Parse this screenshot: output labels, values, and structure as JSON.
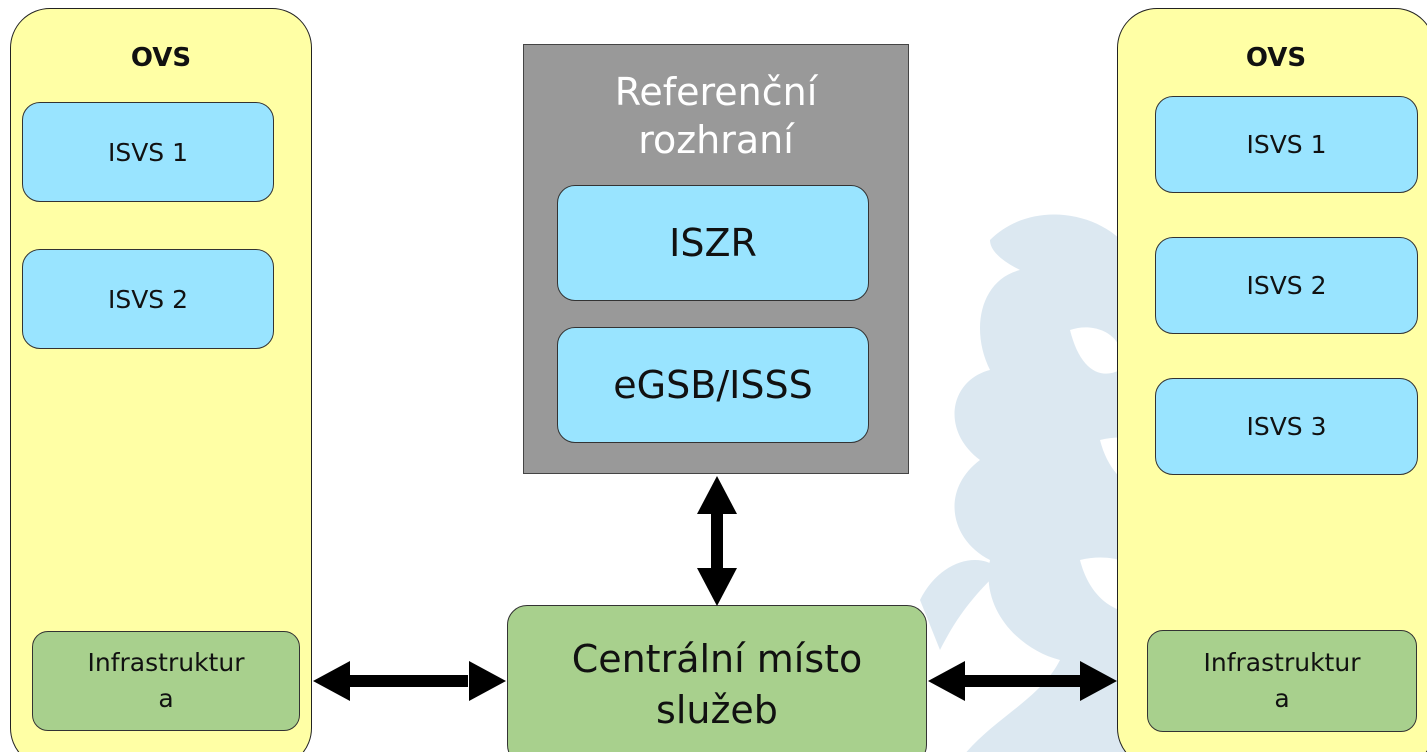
{
  "left_panel": {
    "title": "OVS",
    "systems": [
      "ISVS 1",
      "ISVS 2"
    ],
    "infra_line1": "Infrastruktur",
    "infra_line2": "a"
  },
  "right_panel": {
    "title": "OVS",
    "systems": [
      "ISVS 1",
      "ISVS 2",
      "ISVS 3"
    ],
    "infra_line1": "Infrastruktur",
    "infra_line2": "a"
  },
  "reference": {
    "title_line1": "Referenční",
    "title_line2": "rozhraní",
    "iszr": "ISZR",
    "egsb": "eGSB/ISSS"
  },
  "central": {
    "line1": "Centrální místo",
    "line2": "služeb"
  },
  "colors": {
    "panel_yellow": "#ffffa5",
    "system_blue": "#99e4ff",
    "infra_green": "#a8d08d",
    "reference_gray": "#999999",
    "watermark_blue": "#dce8f1"
  }
}
